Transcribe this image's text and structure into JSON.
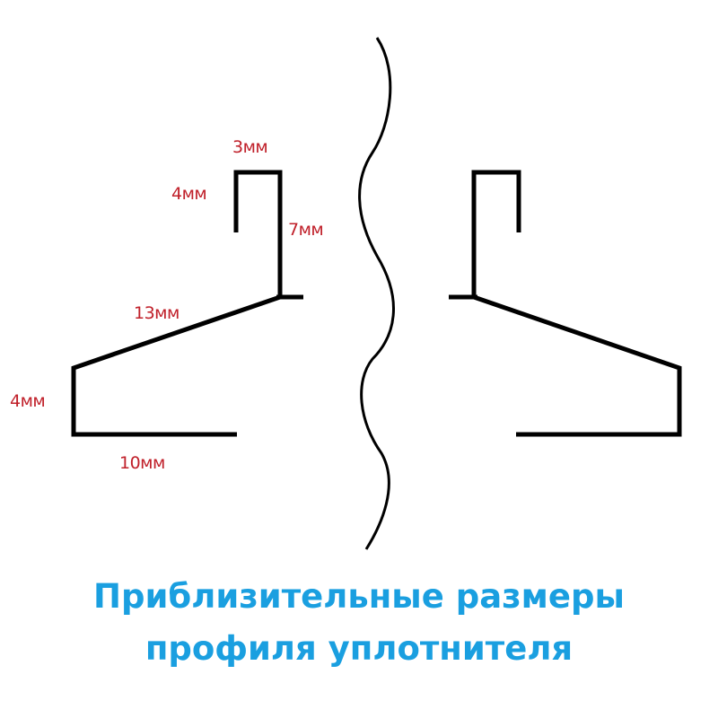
{
  "colors": {
    "line": "#000000",
    "dimension_text": "#c0202a",
    "caption_text": "#1a9fe0"
  },
  "dimensions": {
    "top_width": "3мм",
    "top_lip": "4мм",
    "vertical": "7мм",
    "slant": "13мм",
    "bottom_lip": "4мм",
    "base": "10мм"
  },
  "caption": {
    "line1": "Приблизительные размеры",
    "line2": "профиля уплотнителя"
  }
}
